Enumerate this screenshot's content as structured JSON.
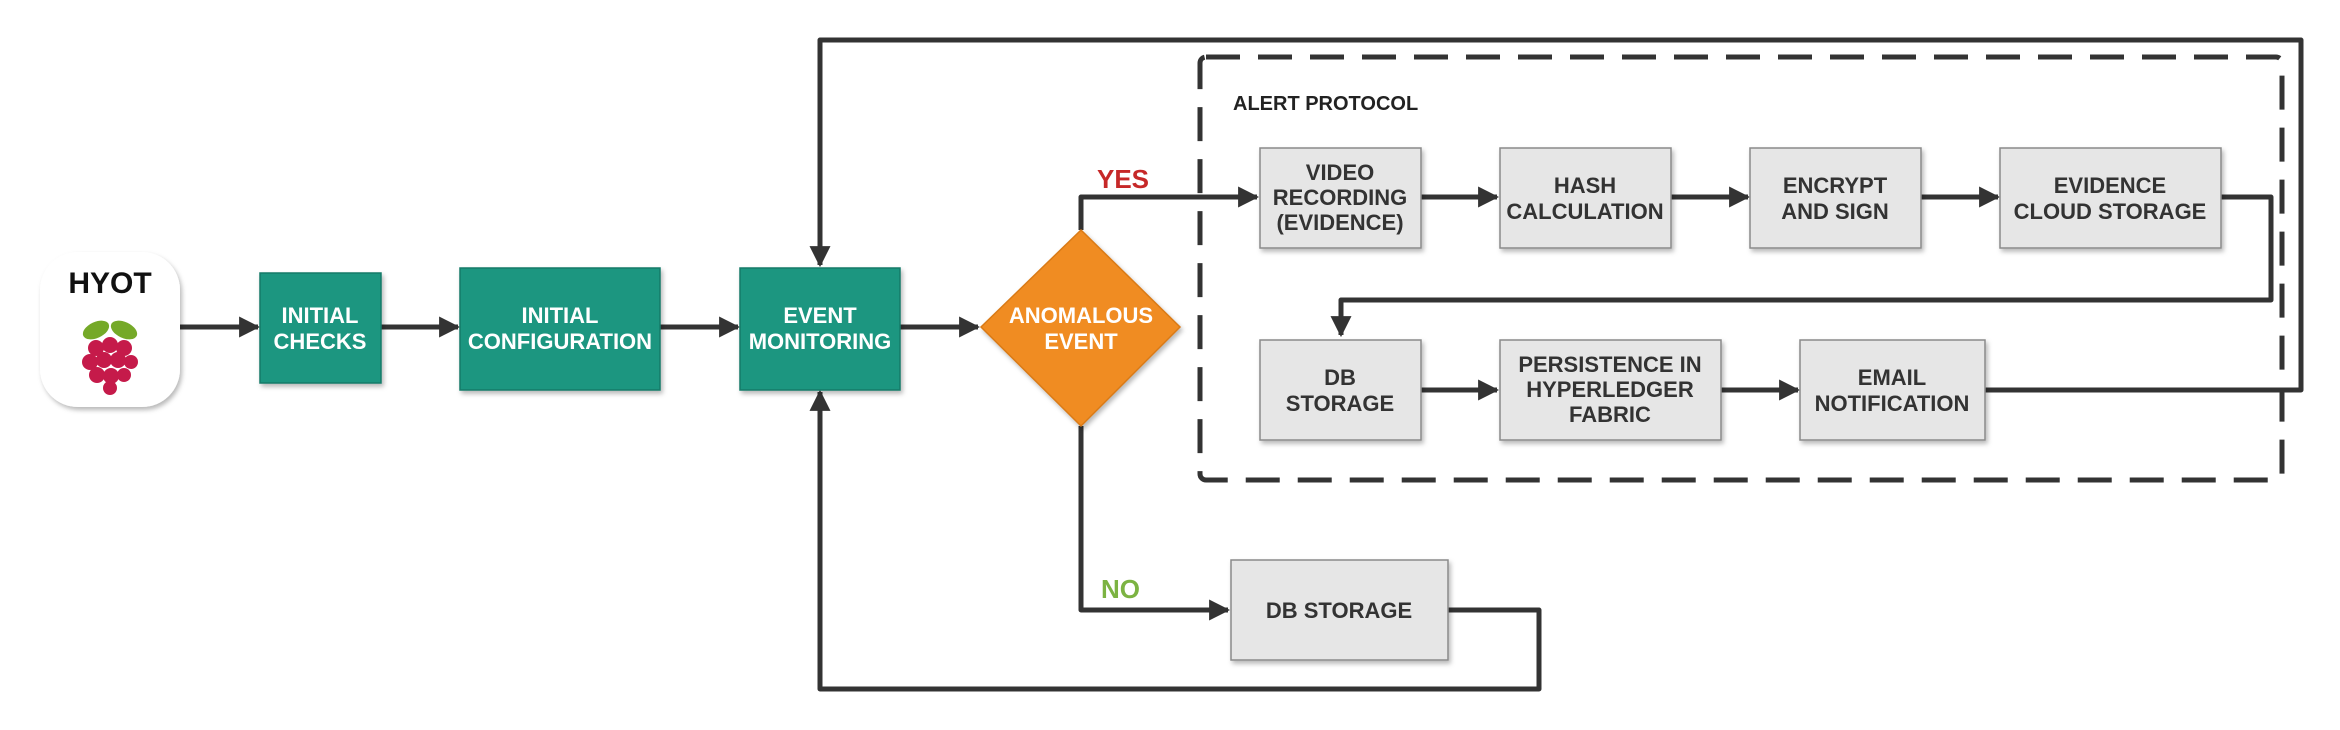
{
  "colors": {
    "green": "#1a9680",
    "orange": "#f08c22",
    "grey": "#e6e6e6",
    "line": "#333333",
    "yes": "#c62828",
    "no": "#7cb342",
    "raspberry": "#c51a4a",
    "leaf": "#75a928"
  },
  "start": {
    "label": "HYOT",
    "icon": "raspberry-pi-icon"
  },
  "nodes": {
    "initial_checks": [
      "INITIAL",
      "CHECKS"
    ],
    "initial_configuration": [
      "INITIAL",
      "CONFIGURATION"
    ],
    "event_monitoring": [
      "EVENT",
      "MONITORING"
    ],
    "anomalous_event": [
      "ANOMALOUS",
      "EVENT"
    ],
    "video_recording": [
      "VIDEO",
      "RECORDING",
      "(EVIDENCE)"
    ],
    "hash_calculation": [
      "HASH",
      "CALCULATION"
    ],
    "encrypt_and_sign": [
      "ENCRYPT",
      "AND SIGN"
    ],
    "evidence_cloud_storage": [
      "EVIDENCE",
      "CLOUD STORAGE"
    ],
    "db_storage_alert": [
      "DB",
      "STORAGE"
    ],
    "persistence_hyperledger": [
      "PERSISTENCE IN",
      "HYPERLEDGER",
      "FABRIC"
    ],
    "email_notification": [
      "EMAIL",
      "NOTIFICATION"
    ],
    "db_storage_no": [
      "DB STORAGE"
    ]
  },
  "group": {
    "label": "ALERT PROTOCOL"
  },
  "branches": {
    "yes": "YES",
    "no": "NO"
  }
}
